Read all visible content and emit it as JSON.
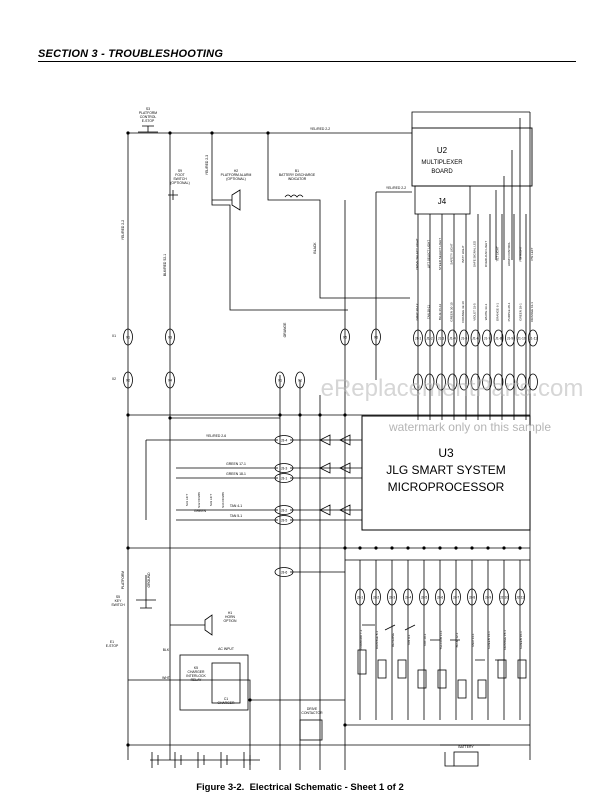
{
  "header": {
    "section_title": "SECTION 3 - TROUBLESHOOTING"
  },
  "caption": {
    "figure_label": "Figure 3-2.",
    "figure_title": "Electrical Schematic - Sheet 1 of 2"
  },
  "watermark": {
    "site": "eReplacementParts.com",
    "notice": "watermark only on this sample"
  },
  "components": {
    "u2": {
      "ref": "U2",
      "line1": "MULTIPLEXER",
      "line2": "BOARD",
      "connector": "J4"
    },
    "u3": {
      "ref": "U3",
      "line1": "JLG SMART SYSTEM",
      "line2": "MICROPROCESSOR"
    },
    "s3": {
      "ref": "S3",
      "line1": "PLATFORM",
      "line2": "CONTROL",
      "line3": "E-STOP"
    },
    "s9": {
      "ref": "S9",
      "line1": "FOOT",
      "line2": "SWITCH",
      "line3": "(OPTIONAL)"
    },
    "h2": {
      "ref": "H2",
      "line1": "PLATFORM ALARM",
      "line2": "(OPTIONAL)"
    },
    "b1": {
      "ref": "B1",
      "line1": "BATTERY DISCHARGE",
      "line2": "INDICATOR"
    },
    "s5": {
      "ref": "S5",
      "line1": "KEY",
      "line2": "SWITCH"
    },
    "e1": {
      "ref": "E1",
      "line1": "E-STOP"
    },
    "h1": {
      "ref": "H1",
      "line1": "HORN",
      "line2": "OPTION"
    },
    "x1": {
      "ref": "X1"
    },
    "x2": {
      "ref": "X2"
    },
    "k5": {
      "ref": "K5",
      "line1": "CHARGER",
      "line2": "INTERLOCK",
      "line3": "RELAY"
    },
    "c1": {
      "ref": "C1",
      "line1": "CHARGER",
      "ac": "AC INPUT"
    },
    "drive": {
      "line1": "DRIVE",
      "line2": "CONTACTOR"
    },
    "bat": {
      "line1": "BATTERY"
    },
    "platform": {
      "label": "PLATFORM"
    },
    "ground": {
      "label": "GROUND"
    }
  },
  "wire_labels": {
    "yel_red_top": "YEL/RED 2-2",
    "yel_red_u2": "YEL/RED 2-2",
    "yel_red_main": "YEL/RED 2-2",
    "yel_red_2_3": "YEL/RED 2-3",
    "yel_red_2_6": "YEL/RED 2-6",
    "blk_red": "BLK/RED 52-1",
    "black": "BLACK",
    "green17": "GREEN 17-1",
    "green18": "GREEN 18-1",
    "tan4": "TAN 4-1",
    "tan5": "TAN 5-1",
    "s30_green": "GREEN",
    "blk": "BLK",
    "wht": "WHT",
    "orange": "ORANGE"
  },
  "pin_labels": {
    "u2_top": [
      "DRIVE SELECT LIGHT",
      "LIFT SELECT LIGHT",
      "STEER SELECT LIGHT",
      "SAFETY LIGHT",
      "BATT LIGHT",
      "SAFE SIGNAL LED",
      "OVERLOAD LIGHT",
      "TILT LIGHT",
      "HORN CONTROL",
      "PSI RIGHT",
      "PSI LEFT"
    ],
    "u2_wires": [
      "GRAY 30-12",
      "TAN 28-11",
      "BLUE 26-12",
      "GREEN 30-10",
      "ORANGE 32-10",
      "VIOLET 33-5",
      "WHITE 33-1",
      "ORANGE 6-1",
      "PURPLE 28-1",
      "GREEN 29-1",
      "ORANGE 41-1"
    ],
    "upper_connectors": [
      "J1-1",
      "J1-2",
      "J1-3",
      "J1-4",
      "J1-5",
      "J1-6",
      "J1-7",
      "J1-8",
      "J1-9",
      "J1-10",
      "J1-11"
    ],
    "u3_left": [
      "J3-4",
      "J3-3",
      "J3-1",
      "J3-2",
      "J3-5",
      "J3-6"
    ],
    "lower_connectors": [
      "J2-1",
      "J2-2",
      "J2-3",
      "J2-4",
      "J2-5",
      "J2-6",
      "J2-7",
      "J2-8",
      "J2-9",
      "J2-10",
      "J2-11"
    ],
    "lower_wires": [
      "FORWARD 7-1",
      "ORANGE 8-1",
      "REVERSE",
      "TAN 9-1",
      "TAN 10-1",
      "YELLOW 11-1",
      "BLUE 12-1",
      "RED 13-1",
      "GREEN 14-1",
      "ORANGE 15-1",
      "GREEN 16-1"
    ],
    "ic_switch": [
      "S31 LIFT",
      "S32 DOWN",
      "S33 LIFT",
      "S34 DOWN"
    ],
    "left_lights": [
      "X1",
      "X2",
      "X3",
      "X4",
      "X5",
      "X6"
    ]
  },
  "colors": {
    "ink": "#000000",
    "paper": "#ffffff",
    "watermark": "#b5b5b5"
  }
}
